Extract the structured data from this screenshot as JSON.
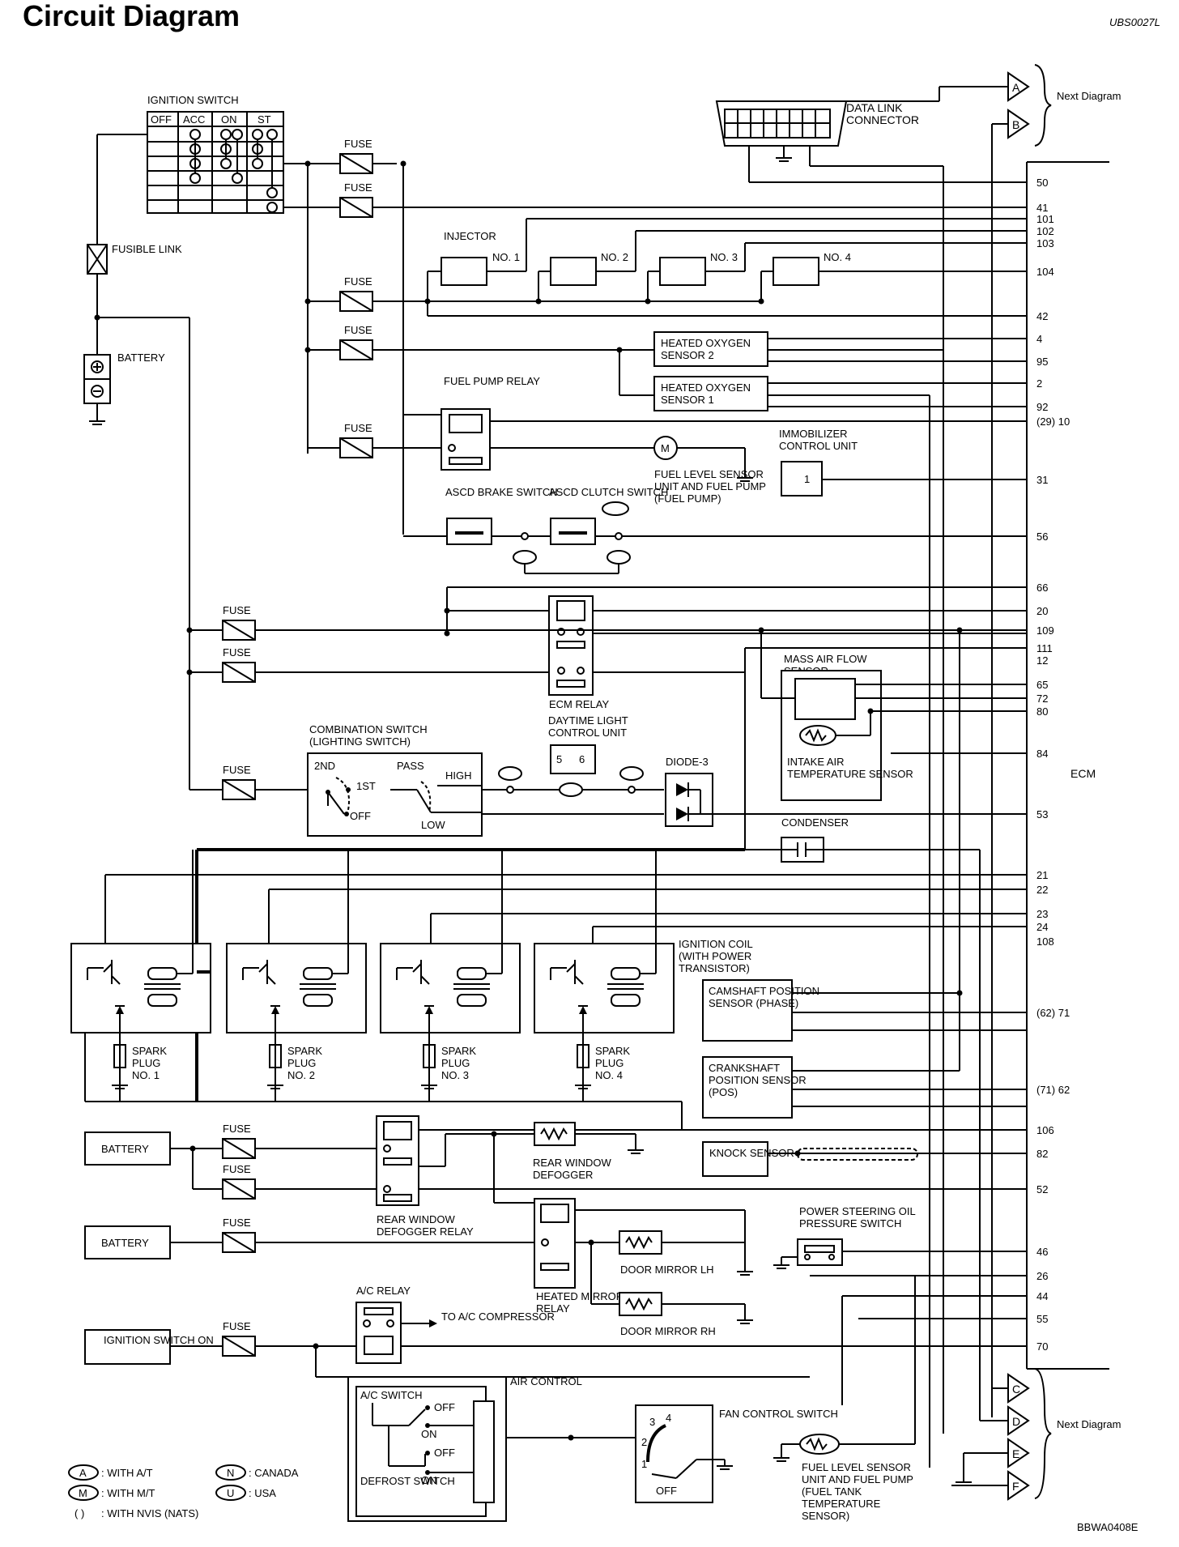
{
  "title": "Circuit Diagram",
  "ref_top": "UBS0027L",
  "ref_bottom": "BBWA0408E",
  "connectors_next": {
    "top": [
      "A",
      "B"
    ],
    "bottom": [
      "C",
      "D",
      "E",
      "F"
    ],
    "label": "Next Diagram"
  },
  "ecm_label": "ECM",
  "ignition_switch": {
    "label": "IGNITION SWITCH",
    "columns": [
      "OFF",
      "ACC",
      "ON",
      "ST"
    ]
  },
  "labels": {
    "fuse": "FUSE",
    "fusible_link": "FUSIBLE LINK",
    "battery": "BATTERY",
    "data_link_connector": "DATA LINK CONNECTOR",
    "injector": "INJECTOR",
    "injector_nums": [
      "NO. 1",
      "NO. 2",
      "NO. 3",
      "NO. 4"
    ],
    "heated_o2_2": "HEATED OXYGEN SENSOR 2",
    "heated_o2_1": "HEATED OXYGEN SENSOR 1",
    "fuel_pump_relay": "FUEL PUMP RELAY",
    "immobilizer": "IMMOBILIZER CONTROL UNIT",
    "immobilizer_pin": "1",
    "fuel_level_pump": "FUEL LEVEL SENSOR UNIT AND FUEL PUMP (FUEL PUMP)",
    "motor": "M",
    "ascd_brake": "ASCD BRAKE SWITCH",
    "ascd_clutch": "ASCD CLUTCH SWITCH",
    "ecm_relay": "ECM RELAY",
    "maf_sensor": "MASS AIR FLOW SENSOR",
    "intake_air_temp": "INTAKE AIR TEMPERATURE SENSOR",
    "combination_switch": "COMBINATION SWITCH (LIGHTING SWITCH)",
    "sw_2nd": "2ND",
    "sw_1st": "1ST",
    "sw_off": "OFF",
    "sw_pass": "PASS",
    "sw_high": "HIGH",
    "sw_low": "LOW",
    "daytime_light": "DAYTIME LIGHT CONTROL UNIT",
    "dl_pins": [
      "5",
      "6"
    ],
    "diode": "DIODE-3",
    "condenser": "CONDENSER",
    "ignition_coil": "IGNITION COIL (WITH POWER TRANSISTOR)",
    "spark_plugs": [
      "SPARK PLUG NO. 1",
      "SPARK PLUG NO. 2",
      "SPARK PLUG NO. 3",
      "SPARK PLUG NO. 4"
    ],
    "camshaft": "CAMSHAFT POSITION SENSOR (PHASE)",
    "crankshaft": "CRANKSHAFT POSITION SENSOR (POS)",
    "knock_sensor": "KNOCK SENSOR",
    "rear_window_defogger": "REAR WINDOW DEFOGGER",
    "rear_window_defogger_relay": "REAR WINDOW DEFOGGER RELAY",
    "heated_mirror_relay": "HEATED MIRROR RELAY",
    "door_mirror_lh": "DOOR MIRROR LH",
    "door_mirror_rh": "DOOR MIRROR RH",
    "power_steering": "POWER STEERING OIL PRESSURE SWITCH",
    "ignition_switch_on": "IGNITION SWITCH ON",
    "ac_relay": "A/C RELAY",
    "to_ac_compressor": "TO A/C COMPRESSOR",
    "ac_switch": "A/C SWITCH",
    "air_control": "AIR CONTROL",
    "defrost_switch": "DEFROST SWITCH",
    "ac_off": "OFF",
    "ac_on": "ON",
    "fan_control": "FAN CONTROL SWITCH",
    "fan_positions": [
      "1",
      "2",
      "3",
      "4"
    ],
    "fan_off": "OFF",
    "fuel_level_temp": "FUEL LEVEL SENSOR UNIT AND FUEL PUMP (FUEL TANK TEMPERATURE SENSOR)"
  },
  "legend": [
    {
      "sym": "A",
      "text": ": WITH A/T"
    },
    {
      "sym": "M",
      "text": ": WITH M/T"
    },
    {
      "sym": "( )",
      "text": ": WITH NVIS (NATS)"
    },
    {
      "sym": "N",
      "text": ": CANADA"
    },
    {
      "sym": "U",
      "text": ": USA"
    }
  ],
  "ecm_pins": [
    "50",
    "41",
    "101",
    "102",
    "103",
    "104",
    "42",
    "4",
    "95",
    "2",
    "92",
    "(29) 10",
    "31",
    "56",
    "66",
    "20",
    "109",
    "111",
    "12",
    "65",
    "72",
    "80",
    "84",
    "53",
    "21",
    "22",
    "23",
    "24",
    "108",
    "(62) 71",
    "(71) 62",
    "106",
    "82",
    "52",
    "46",
    "26",
    "44",
    "55",
    "70"
  ]
}
